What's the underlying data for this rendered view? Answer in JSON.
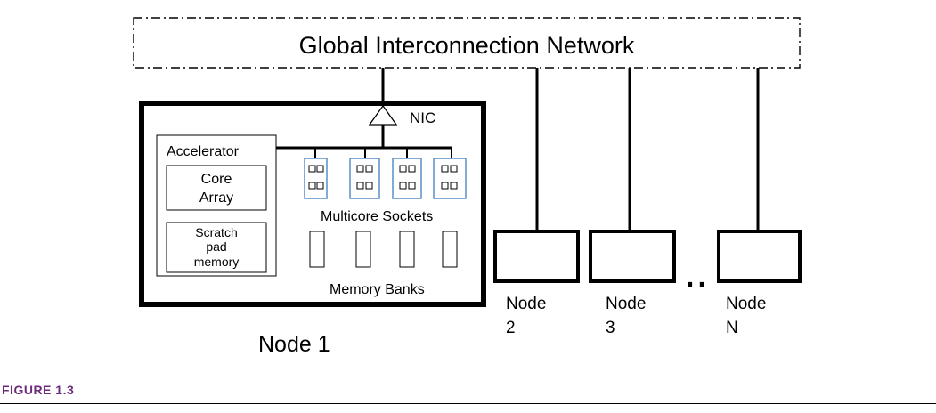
{
  "network": {
    "label": "Global Interconnection Network"
  },
  "node1": {
    "label": "Node 1",
    "nic_label": "NIC",
    "accelerator": {
      "label": "Accelerator",
      "core_array_line1": "Core",
      "core_array_line2": "Array",
      "scratch_line1": "Scratch",
      "scratch_line2": "pad",
      "scratch_line3": "memory"
    },
    "sockets_label": "Multicore Sockets",
    "memory_label": "Memory Banks"
  },
  "other_nodes": [
    {
      "line1": "Node",
      "line2": "2"
    },
    {
      "line1": "Node",
      "line2": "3"
    },
    {
      "line1": "Node",
      "line2": "N"
    }
  ],
  "ellipsis": "..",
  "figure": {
    "caption": "FIGURE 1.3"
  },
  "colors": {
    "socket_border": "#5b8fc9",
    "caption": "#6b2d7a"
  }
}
